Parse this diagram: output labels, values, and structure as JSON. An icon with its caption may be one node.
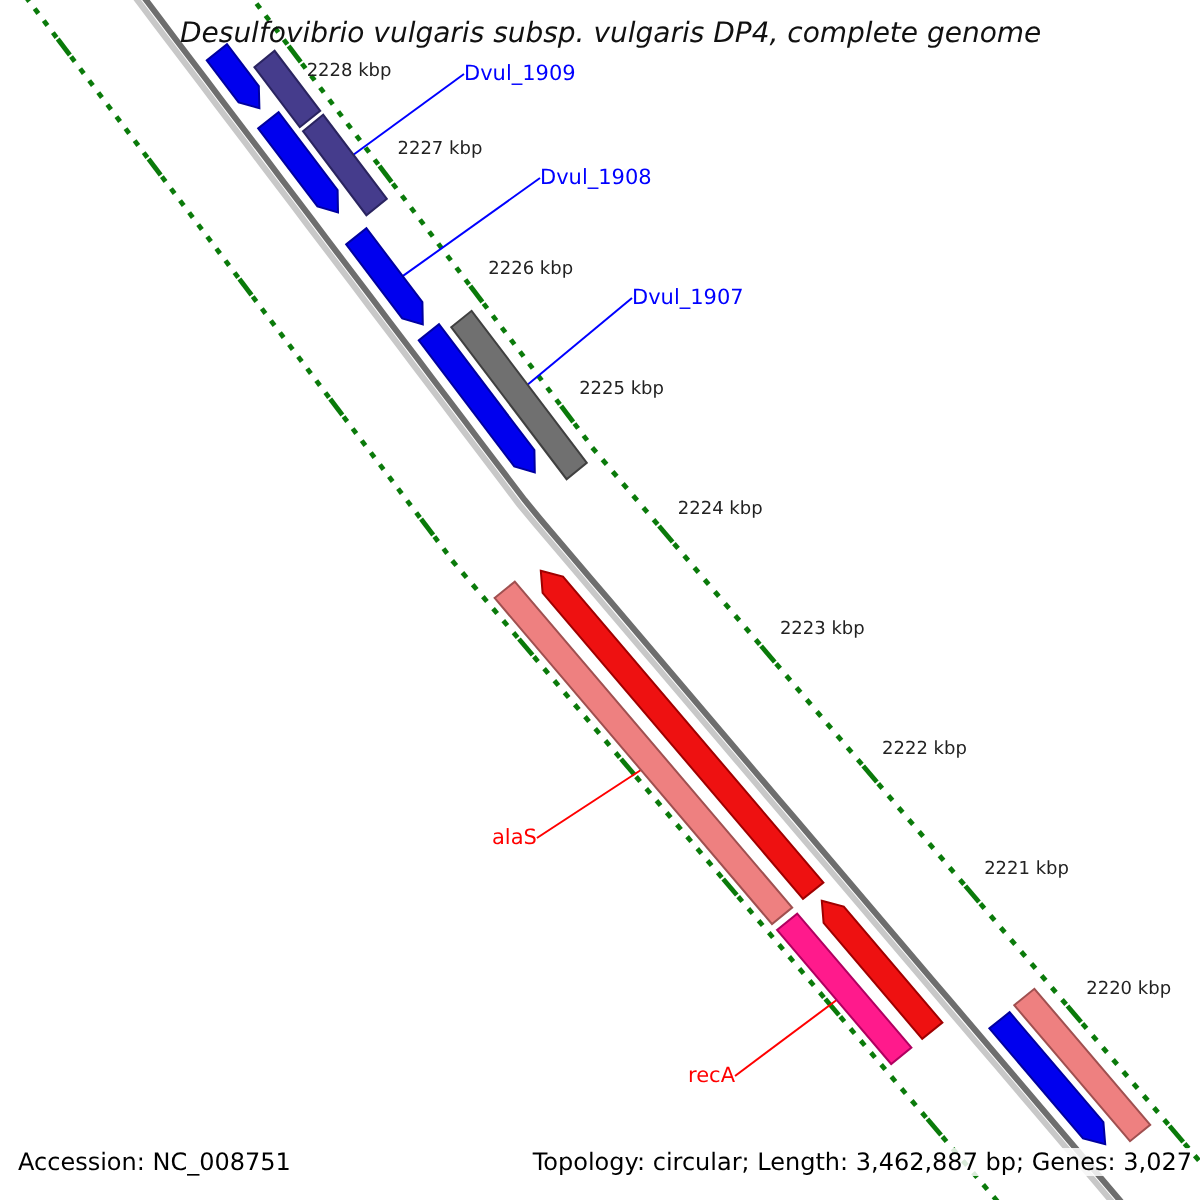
{
  "diagram": {
    "title": "Desulfovibrio vulgaris subsp. vulgaris DP4, complete genome",
    "nodes": [
      {
        "text": [
          "Dvul_1909"
        ]
      },
      {
        "text": [
          "Dvul_1908"
        ]
      },
      {
        "text": [
          "Dvul_1907"
        ]
      },
      {
        "text": [
          "alaS"
        ]
      },
      {
        "text": [
          "recA"
        ]
      },
      {
        "text": [],
        "shape": "bar"
      },
      {
        "text": [],
        "shape": "bar"
      },
      {
        "text": [],
        "shape": "bar"
      },
      {
        "text": [],
        "shape": "bar"
      },
      {
        "text": [],
        "shape": "bar"
      },
      {
        "text": [],
        "shape": "bar"
      },
      {
        "text": [],
        "shape": "bar"
      },
      {
        "text": [],
        "shape": "bar"
      },
      {
        "text": [],
        "shape": "bar"
      },
      {
        "text": [],
        "shape": "bar"
      },
      {
        "text": [],
        "shape": "bar"
      },
      {
        "text": [],
        "shape": "bar"
      },
      {
        "text": [],
        "shape": "bar"
      }
    ],
    "edges": [
      {
        "from": 0,
        "to": 8,
        "arrow": "none"
      },
      {
        "from": 1,
        "to": 9,
        "arrow": "none"
      },
      {
        "from": 2,
        "to": 11,
        "arrow": "none"
      },
      {
        "from": 3,
        "to": 12,
        "arrow": "none",
        "color": "#ff0000"
      },
      {
        "from": 4,
        "to": 14,
        "arrow": "none",
        "color": "#ff0000"
      }
    ],
    "labels": [
      "2228 kbp",
      "2227 kbp",
      "2226 kbp",
      "2225 kbp",
      "2224 kbp",
      "2223 kbp",
      "2222 kbp",
      "2221 kbp",
      "2220 kbp",
      "Accession: NC_008751",
      "Topology: circular; Length: 3,462,887 bp; Genes: 3,027"
    ]
  }
}
